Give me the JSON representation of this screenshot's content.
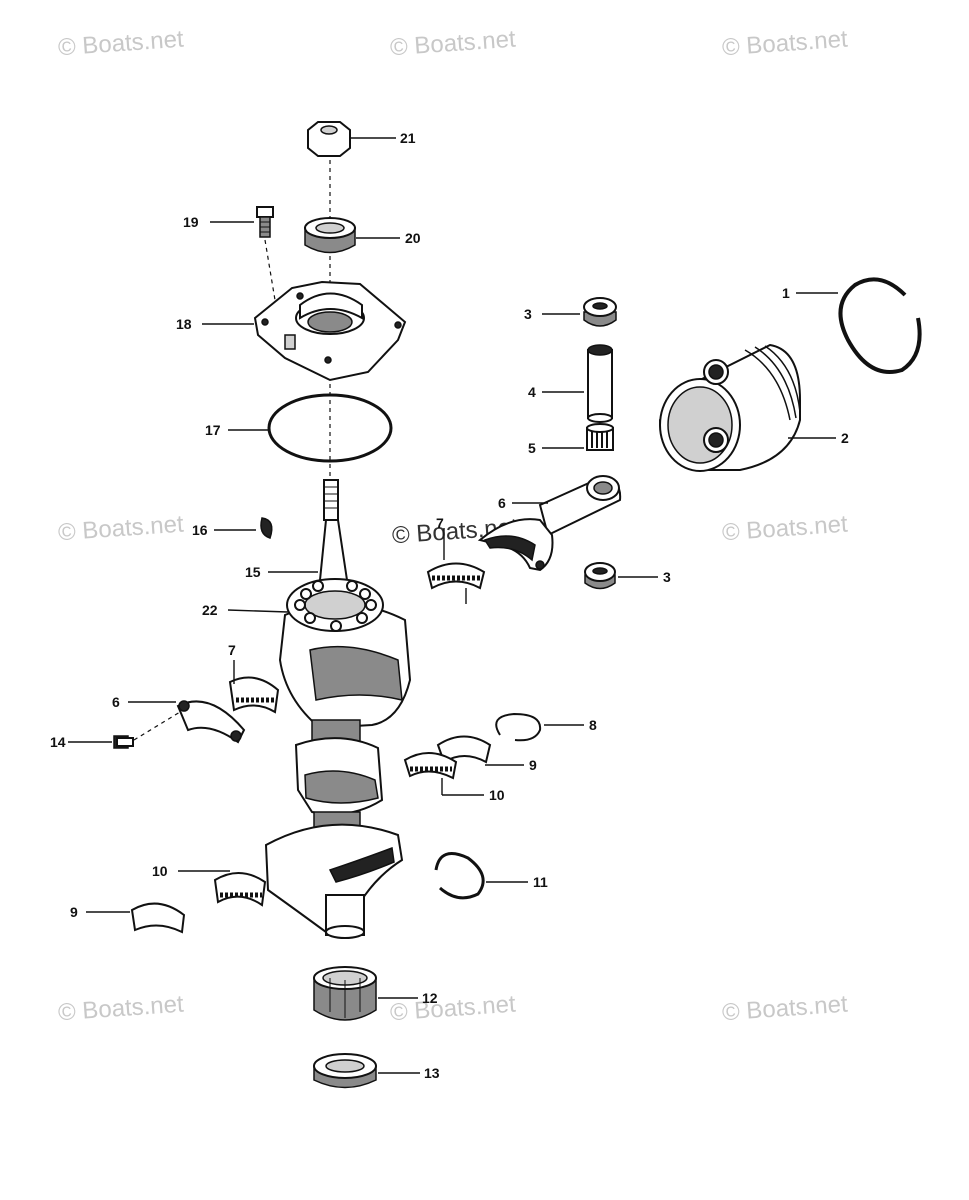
{
  "watermark": "© Boats.net",
  "callouts": {
    "c1": "1",
    "c2": "2",
    "c3a": "3",
    "c3b": "3",
    "c4": "4",
    "c5": "5",
    "c6a": "6",
    "c6b": "6",
    "c7a": "7",
    "c7b": "7",
    "c8": "8",
    "c9a": "9",
    "c9b": "9",
    "c10a": "10",
    "c10b": "10",
    "c11": "11",
    "c12": "12",
    "c13": "13",
    "c14": "14",
    "c15": "15",
    "c16": "16",
    "c17": "17",
    "c18": "18",
    "c19": "19",
    "c20": "20",
    "c21": "21",
    "c22": "22"
  }
}
